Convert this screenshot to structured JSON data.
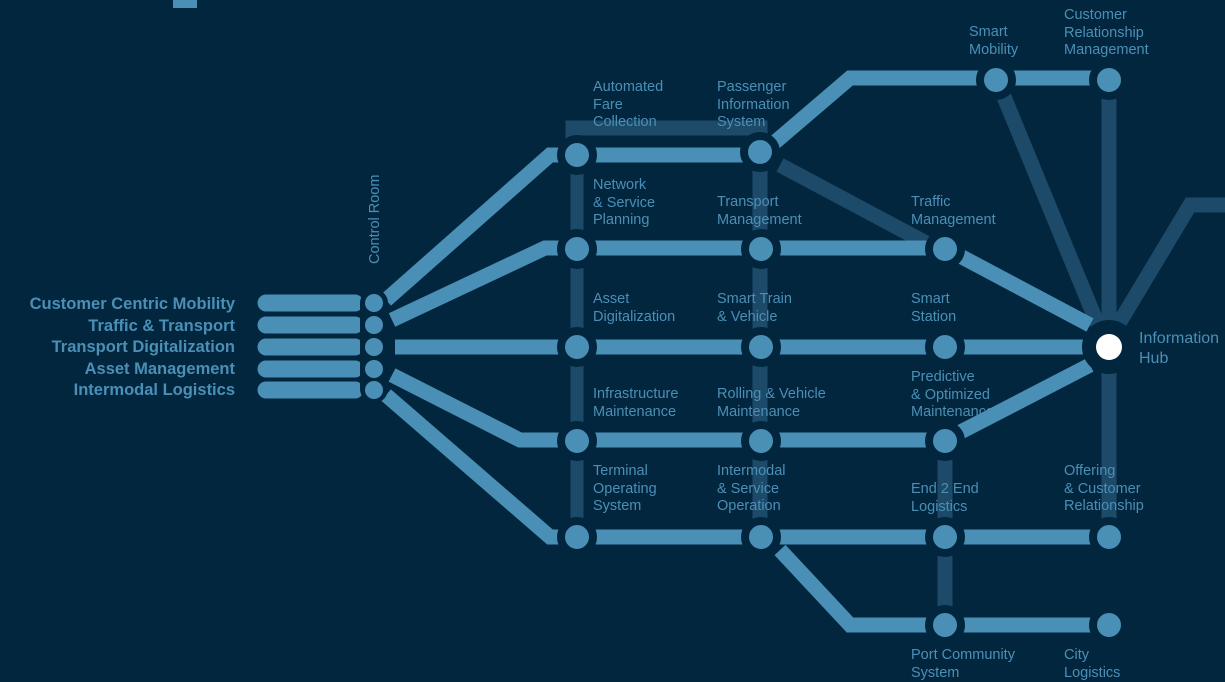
{
  "diagram": {
    "colors": {
      "background": "#03263f",
      "line": "#4a8fb5",
      "line_faint": "#1c4a68",
      "hub": "#ffffff"
    },
    "legend": [
      "Customer Centric Mobility",
      "Traffic & Transport",
      "Transport Digitalization",
      "Asset Management",
      "Intermodal Logistics"
    ],
    "control_room": "Control Room",
    "information_hub": "Information\nHub",
    "stations": {
      "automated_fare_collection": "Automated\nFare\nCollection",
      "passenger_information_system": "Passenger\nInformation\nSystem",
      "smart_mobility": "Smart\nMobility",
      "customer_relationship_management": "Customer\nRelationship\nManagement",
      "network_service_planning": "Network\n& Service\nPlanning",
      "transport_management": "Transport\nManagement",
      "traffic_management": "Traffic\nManagement",
      "asset_digitalization": "Asset\nDigitalization",
      "smart_train_vehicle": "Smart Train\n& Vehicle",
      "smart_station": "Smart\nStation",
      "infrastructure_maintenance": "Infrastructure\nMaintenance",
      "rolling_vehicle_maintenance": "Rolling & Vehicle\nMaintenance",
      "predictive_optimized_maintenance": "Predictive\n& Optimized\nMaintenance",
      "terminal_operating_system": "Terminal\nOperating\nSystem",
      "intermodal_service_operation": "Intermodal\n& Service\nOperation",
      "end2end_logistics": "End 2 End\nLogistics",
      "offering_customer_relationship": "Offering\n& Customer\nRelationship",
      "port_community_system": "Port Community\nSystem",
      "city_logistics": "City\nLogistics"
    }
  }
}
